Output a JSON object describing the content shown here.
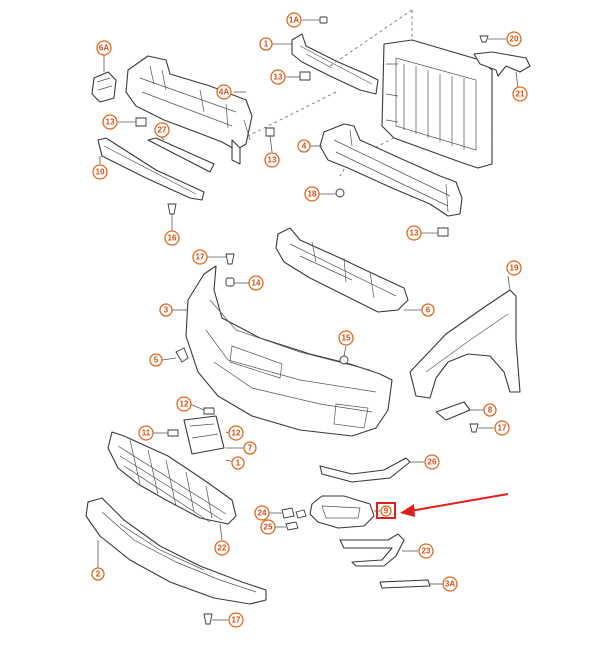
{
  "colors": {
    "callout": "#e06a1e",
    "highlight": "#e0201e",
    "line": "#3a3a3a"
  },
  "callouts": [
    {
      "id": "c-6a",
      "label": "6A"
    },
    {
      "id": "c-1a",
      "label": "1A"
    },
    {
      "id": "c-1",
      "label": "1"
    },
    {
      "id": "c-13a",
      "label": "13"
    },
    {
      "id": "c-20",
      "label": "20"
    },
    {
      "id": "c-21",
      "label": "21"
    },
    {
      "id": "c-4a",
      "label": "4A"
    },
    {
      "id": "c-13b",
      "label": "13"
    },
    {
      "id": "c-27",
      "label": "27"
    },
    {
      "id": "c-13c",
      "label": "13"
    },
    {
      "id": "c-4",
      "label": "4"
    },
    {
      "id": "c-10",
      "label": "10"
    },
    {
      "id": "c-18",
      "label": "18"
    },
    {
      "id": "c-16",
      "label": "16"
    },
    {
      "id": "c-13d",
      "label": "13"
    },
    {
      "id": "c-17a",
      "label": "17"
    },
    {
      "id": "c-14",
      "label": "14"
    },
    {
      "id": "c-19",
      "label": "19"
    },
    {
      "id": "c-3",
      "label": "3"
    },
    {
      "id": "c-6",
      "label": "6"
    },
    {
      "id": "c-15",
      "label": "15"
    },
    {
      "id": "c-5",
      "label": "5"
    },
    {
      "id": "c-12a",
      "label": "12"
    },
    {
      "id": "c-8",
      "label": "8"
    },
    {
      "id": "c-11",
      "label": "11"
    },
    {
      "id": "c-12b",
      "label": "12"
    },
    {
      "id": "c-7",
      "label": "7"
    },
    {
      "id": "c-1b",
      "label": "1"
    },
    {
      "id": "c-17b",
      "label": "17"
    },
    {
      "id": "c-26",
      "label": "26"
    },
    {
      "id": "c-24",
      "label": "24"
    },
    {
      "id": "c-9",
      "label": "9"
    },
    {
      "id": "c-25",
      "label": "25"
    },
    {
      "id": "c-22",
      "label": "22"
    },
    {
      "id": "c-23",
      "label": "23"
    },
    {
      "id": "c-2",
      "label": "2"
    },
    {
      "id": "c-3a",
      "label": "3A"
    },
    {
      "id": "c-17c",
      "label": "17"
    }
  ],
  "highlighted_callout": "9"
}
